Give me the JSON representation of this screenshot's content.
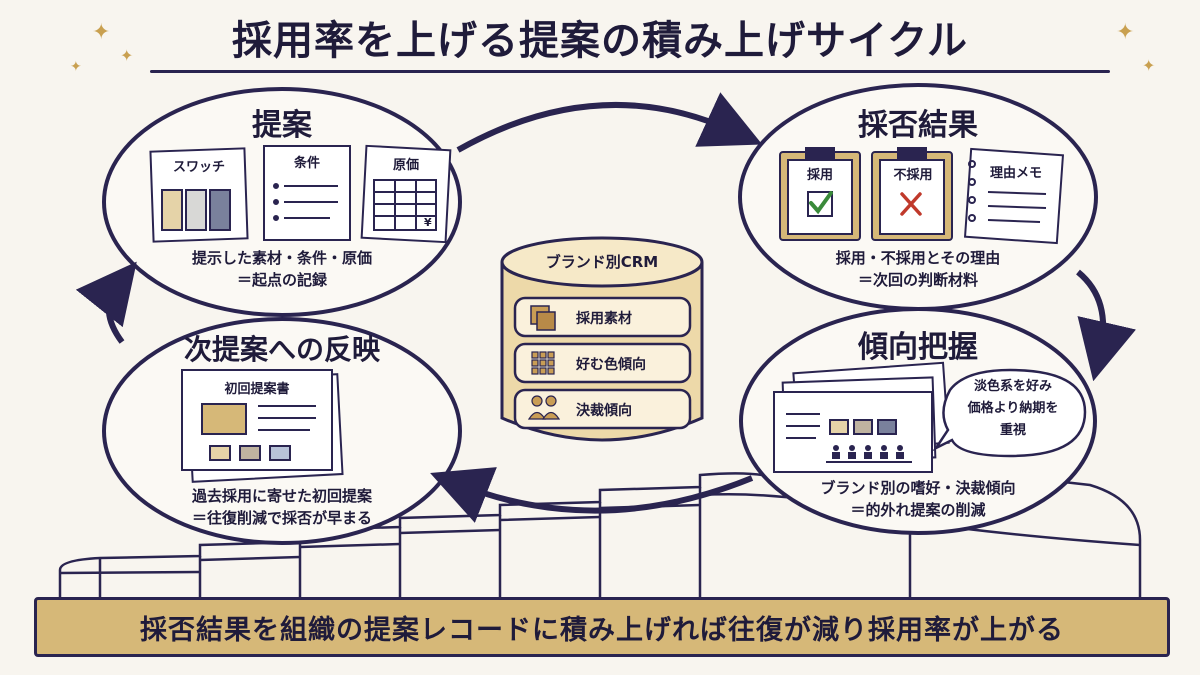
{
  "title": "採用率を上げる提案の積み上げサイクル",
  "crm": {
    "title": "ブランド別CRM",
    "rows": [
      {
        "label": "採用素材",
        "icon": "material-icon"
      },
      {
        "label": "好む色傾向",
        "icon": "color-grid-icon"
      },
      {
        "label": "決裁傾向",
        "icon": "people-icon"
      }
    ]
  },
  "stages": {
    "proposal": {
      "heading": "提案",
      "cards": [
        "スワッチ",
        "条件",
        "原価"
      ],
      "caption_line1": "提示した素材・条件・原価",
      "caption_line2": "＝起点の記録",
      "yen_symbol": "¥"
    },
    "result": {
      "heading": "採否結果",
      "cards": [
        "採用",
        "不採用",
        "理由メモ"
      ],
      "caption_line1": "採用・不採用とその理由",
      "caption_line2": "＝次回の判断材料"
    },
    "trend": {
      "heading": "傾向把握",
      "bubble_line1": "淡色系を好み",
      "bubble_line2": "価格より納期を",
      "bubble_line3": "重視",
      "caption_line1": "ブランド別の嗜好・決裁傾向",
      "caption_line2": "＝的外れ提案の削減"
    },
    "next": {
      "heading": "次提案への反映",
      "doc_title": "初回提案書",
      "caption_line1": "過去採用に寄せた初回提案",
      "caption_line2": "＝往復削減で採否が早まる"
    }
  },
  "banner": "採否結果を組織の提案レコードに積み上げれば往復が減り採用率が上がる",
  "colors": {
    "ink": "#1f1b3a",
    "accent_gold": "#d6b878",
    "background": "#f8f5ef",
    "check_green": "#3a8a3a",
    "cross_red": "#c0392b"
  }
}
